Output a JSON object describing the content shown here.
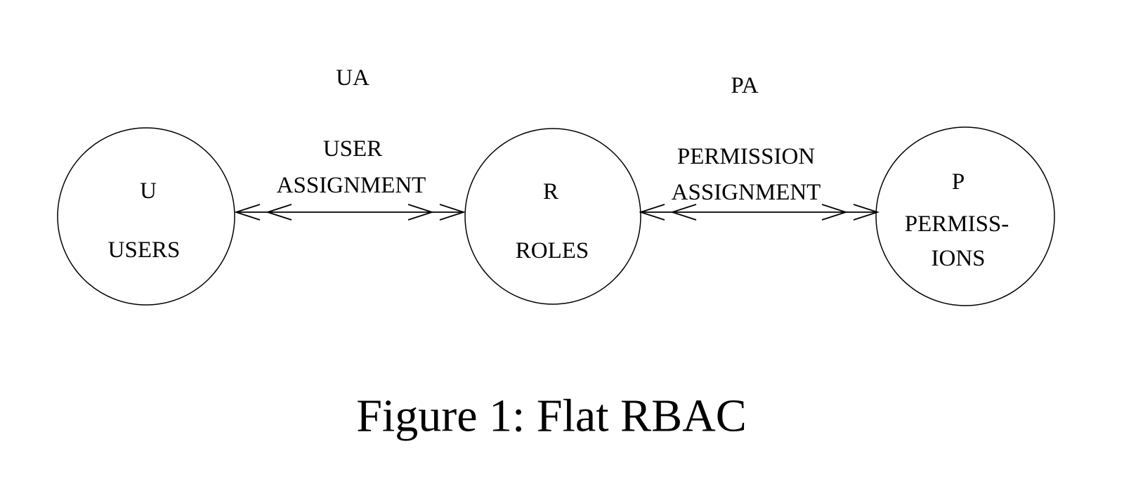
{
  "figure": {
    "caption": "Figure 1: Flat RBAC"
  },
  "diagram": {
    "nodes": {
      "users": {
        "symbol": "U",
        "name": "USERS"
      },
      "roles": {
        "symbol": "R",
        "name": "ROLES"
      },
      "permissions": {
        "symbol": "P",
        "name_line1": "PERMISS-",
        "name_line2": "IONS"
      }
    },
    "relations": {
      "ua": {
        "abbr": "UA",
        "name_line1": "USER",
        "name_line2": "ASSIGNMENT"
      },
      "pa": {
        "abbr": "PA",
        "name_line1": "PERMISSION",
        "name_line2": "ASSIGNMENT"
      }
    }
  },
  "colors": {
    "background": "#ffffff",
    "line": "#000000",
    "text": "#000000"
  }
}
